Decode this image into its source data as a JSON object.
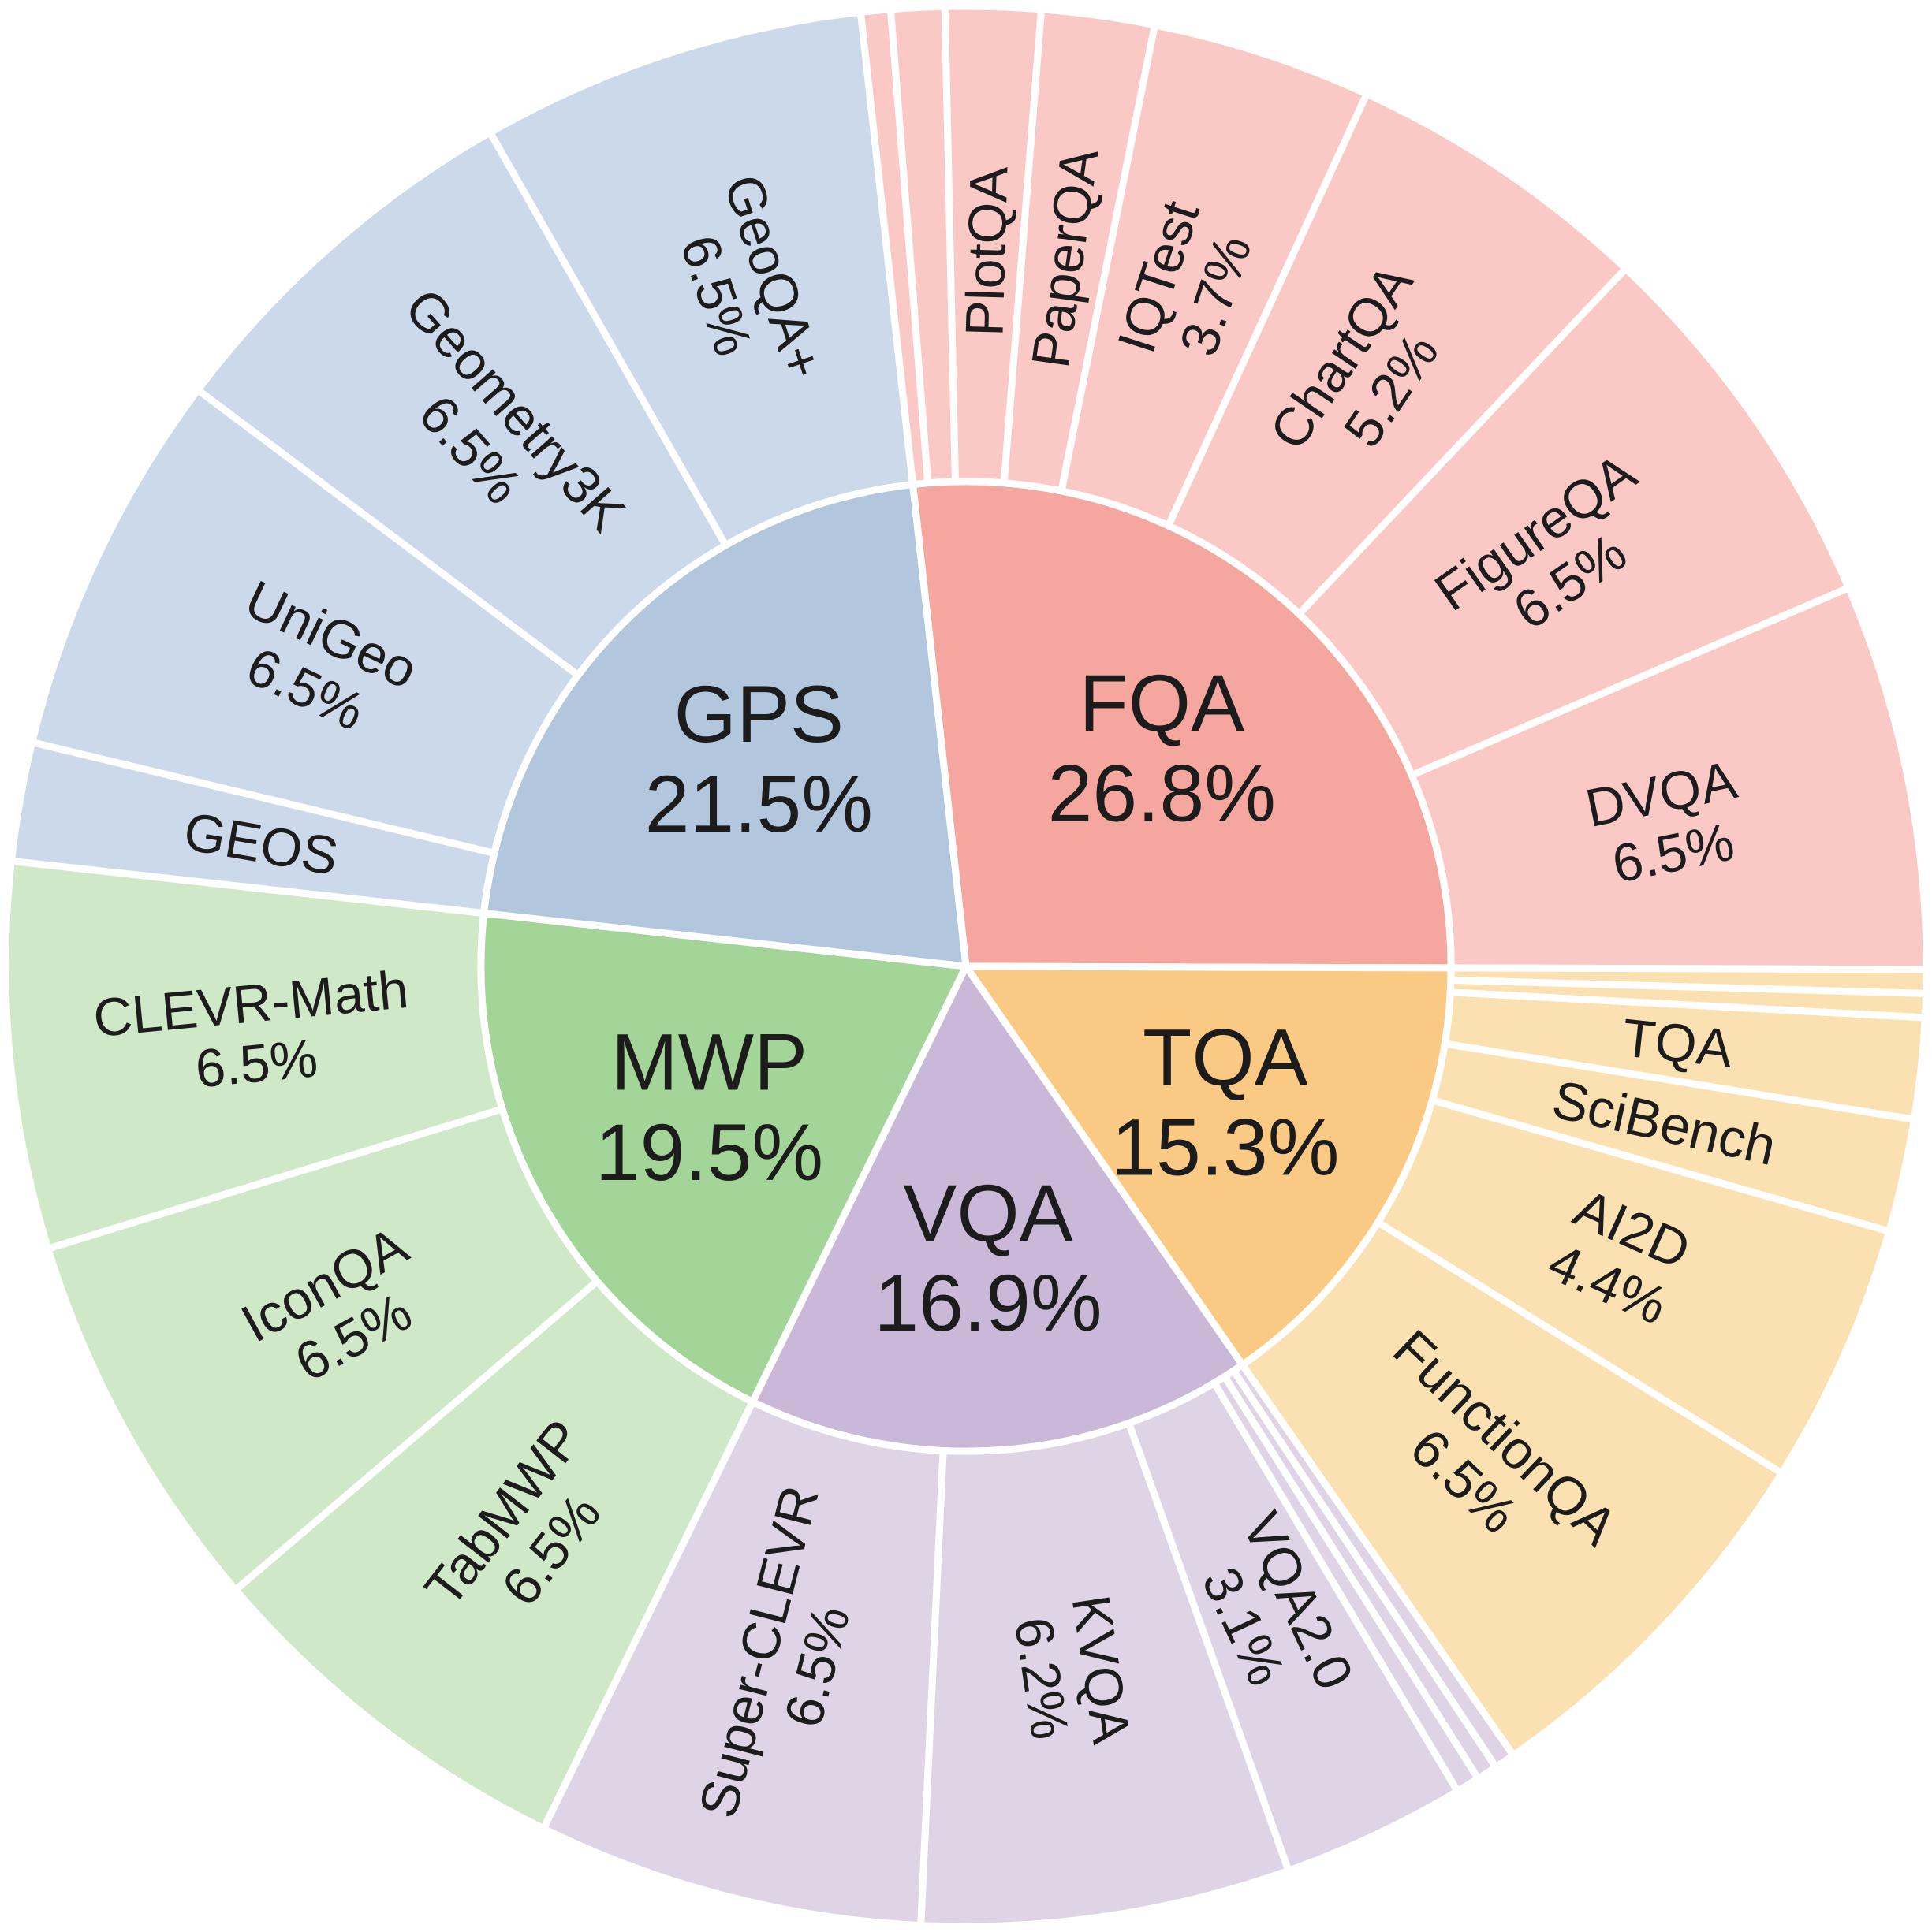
{
  "chart_data": {
    "type": "sunburst",
    "title": "",
    "units": "percent",
    "direction": "clockwise",
    "start_angle_deg": -6.3,
    "inner_radius_fraction": 0.505,
    "background_color": "#ffffff",
    "ring_gap_color": "#ffffff",
    "text_color": "#1c1c1c",
    "legend": "none",
    "categories": [
      {
        "label": "FQA",
        "pct": 26.8,
        "pct_text": "26.8%",
        "inner_color": "#F5A69E",
        "outer_color": "#FBC9C5",
        "children": [
          {
            "label": "",
            "pct": 0.5,
            "pct_text": ""
          },
          {
            "label": "",
            "pct": 0.9,
            "pct_text": ""
          },
          {
            "label": "PlotQA",
            "pct": 1.6,
            "pct_text": ""
          },
          {
            "label": "PaperQA",
            "pct": 1.9,
            "pct_text": ""
          },
          {
            "label": "IQTest",
            "pct": 3.7,
            "pct_text": "3.7%"
          },
          {
            "label": "ChartQA",
            "pct": 5.2,
            "pct_text": "5.2%"
          },
          {
            "label": "FigureQA",
            "pct": 6.5,
            "pct_text": "6.5%"
          },
          {
            "label": "DVQA",
            "pct": 6.5,
            "pct_text": "6.5%"
          }
        ]
      },
      {
        "label": "TQA",
        "pct": 15.3,
        "pct_text": "15.3%",
        "inner_color": "#FAC983",
        "outer_color": "#FBE0B2",
        "children": [
          {
            "label": "",
            "pct": 0.4,
            "pct_text": ""
          },
          {
            "label": "",
            "pct": 0.4,
            "pct_text": ""
          },
          {
            "label": "TQA",
            "pct": 1.7,
            "pct_text": ""
          },
          {
            "label": "SciBench",
            "pct": 1.9,
            "pct_text": ""
          },
          {
            "label": "AI2D",
            "pct": 4.4,
            "pct_text": "4.4%"
          },
          {
            "label": "FunctionQA",
            "pct": 6.5,
            "pct_text": "6.5%"
          }
        ]
      },
      {
        "label": "VQA",
        "pct": 16.9,
        "pct_text": "16.9%",
        "inner_color": "#C9B8D7",
        "outer_color": "#DED4E5",
        "children": [
          {
            "label": "",
            "pct": 0.35,
            "pct_text": ""
          },
          {
            "label": "",
            "pct": 0.35,
            "pct_text": ""
          },
          {
            "label": "",
            "pct": 0.4,
            "pct_text": ""
          },
          {
            "label": "VQA2.0",
            "pct": 3.1,
            "pct_text": "3.1%"
          },
          {
            "label": "KVQA",
            "pct": 6.2,
            "pct_text": "6.2%"
          },
          {
            "label": "Super-CLEVR",
            "pct": 6.5,
            "pct_text": "6.5%"
          }
        ]
      },
      {
        "label": "MWP",
        "pct": 19.5,
        "pct_text": "19.5%",
        "inner_color": "#A4D598",
        "outer_color": "#CFE8C7",
        "children": [
          {
            "label": "TabMWP",
            "pct": 6.5,
            "pct_text": "6.5%"
          },
          {
            "label": "IconQA",
            "pct": 6.5,
            "pct_text": "6.5%"
          },
          {
            "label": "CLEVR-Math",
            "pct": 6.5,
            "pct_text": "6.5%"
          }
        ]
      },
      {
        "label": "GPS",
        "pct": 21.5,
        "pct_text": "21.5%",
        "inner_color": "#B2C7DD",
        "outer_color": "#CBD9EA",
        "children": [
          {
            "label": "GEOS",
            "pct": 2.0,
            "pct_text": ""
          },
          {
            "label": "UniGeo",
            "pct": 6.5,
            "pct_text": "6.5%"
          },
          {
            "label": "Geometry3K",
            "pct": 6.5,
            "pct_text": "6.5%"
          },
          {
            "label": "GeoQA+",
            "pct": 6.5,
            "pct_text": "6.5%"
          }
        ]
      }
    ]
  }
}
